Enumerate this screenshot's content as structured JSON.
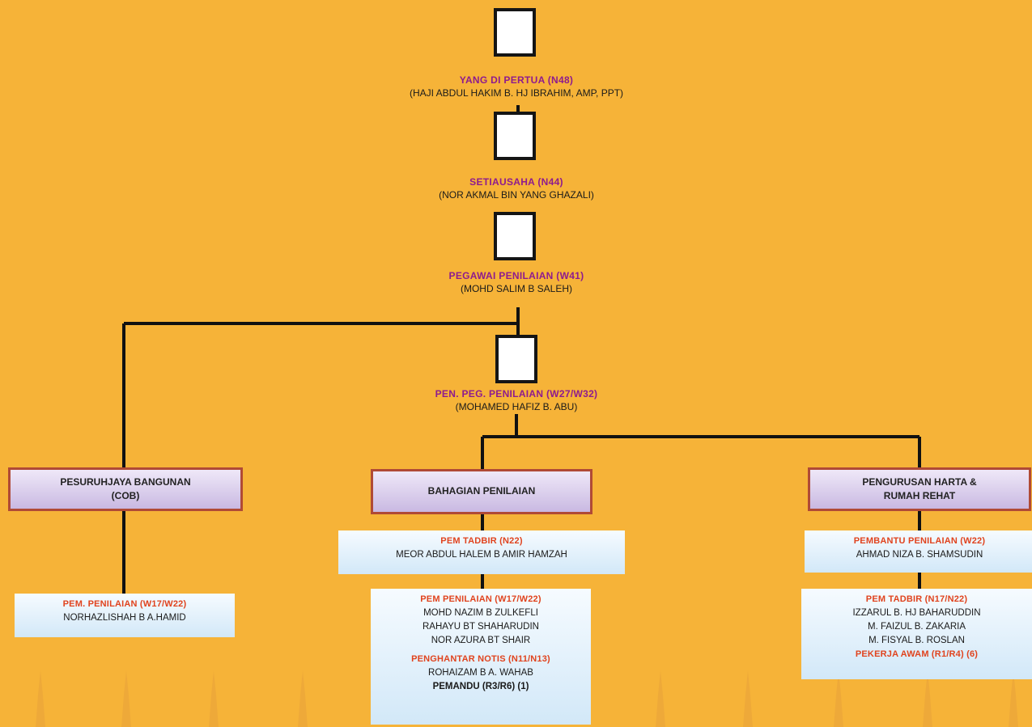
{
  "colors": {
    "background": "#f6b338",
    "post_title": "#8e1b8e",
    "role_title": "#e0431e",
    "connector": "#111111",
    "department_border": "#b04a36"
  },
  "leaders": [
    {
      "post": "YANG DI PERTUA (N48)",
      "name": "(HAJI ABDUL HAKIM B. HJ IBRAHIM, AMP, PPT)"
    },
    {
      "post": "SETIAUSAHA (N44)",
      "name": "(NOR AKMAL BIN YANG GHAZALI)"
    },
    {
      "post": "PEGAWAI PENILAIAN (W41)",
      "name": "(MOHD SALIM B SALEH)"
    },
    {
      "post": "PEN. PEG. PENILAIAN (W27/W32)",
      "name": "(MOHAMED HAFIZ B. ABU)"
    }
  ],
  "departments": {
    "cob": {
      "label": "PESURUHJAYA BANGUNAN\n(COB)"
    },
    "penilaian": {
      "label": "BAHAGIAN PENILAIAN"
    },
    "harta": {
      "label": "PENGURUSAN HARTA &\nRUMAH REHAT"
    }
  },
  "staff": {
    "cob": {
      "role": "PEM. PENILAIAN (W17/W22)",
      "names": [
        "NORHAZLISHAH B A.HAMID"
      ]
    },
    "penilaian_top": {
      "role": "PEM TADBIR (N22)",
      "names": [
        "MEOR ABDUL HALEM B AMIR HAMZAH"
      ]
    },
    "penilaian_bottom": {
      "role": "PEM PENILAIAN (W17/W22)",
      "names": [
        "MOHD NAZIM B ZULKEFLI",
        "RAHAYU BT SHAHARUDIN",
        "NOR AZURA BT SHAIR"
      ],
      "role2": "PENGHANTAR NOTIS (N11/N13)",
      "names2": [
        "ROHAIZAM B A. WAHAB"
      ],
      "extra": "PEMANDU (R3/R6) (1)"
    },
    "harta_top": {
      "role": "PEMBANTU PENILAIAN (W22)",
      "names": [
        "AHMAD NIZA B. SHAMSUDIN"
      ]
    },
    "harta_bottom": {
      "role": "PEM TADBIR (N17/N22)",
      "names": [
        "IZZARUL B. HJ BAHARUDDIN",
        "M. FAIZUL B. ZAKARIA",
        "M. FISYAL B. ROSLAN"
      ],
      "extra": "PEKERJA AWAM (R1/R4) (6)"
    }
  }
}
